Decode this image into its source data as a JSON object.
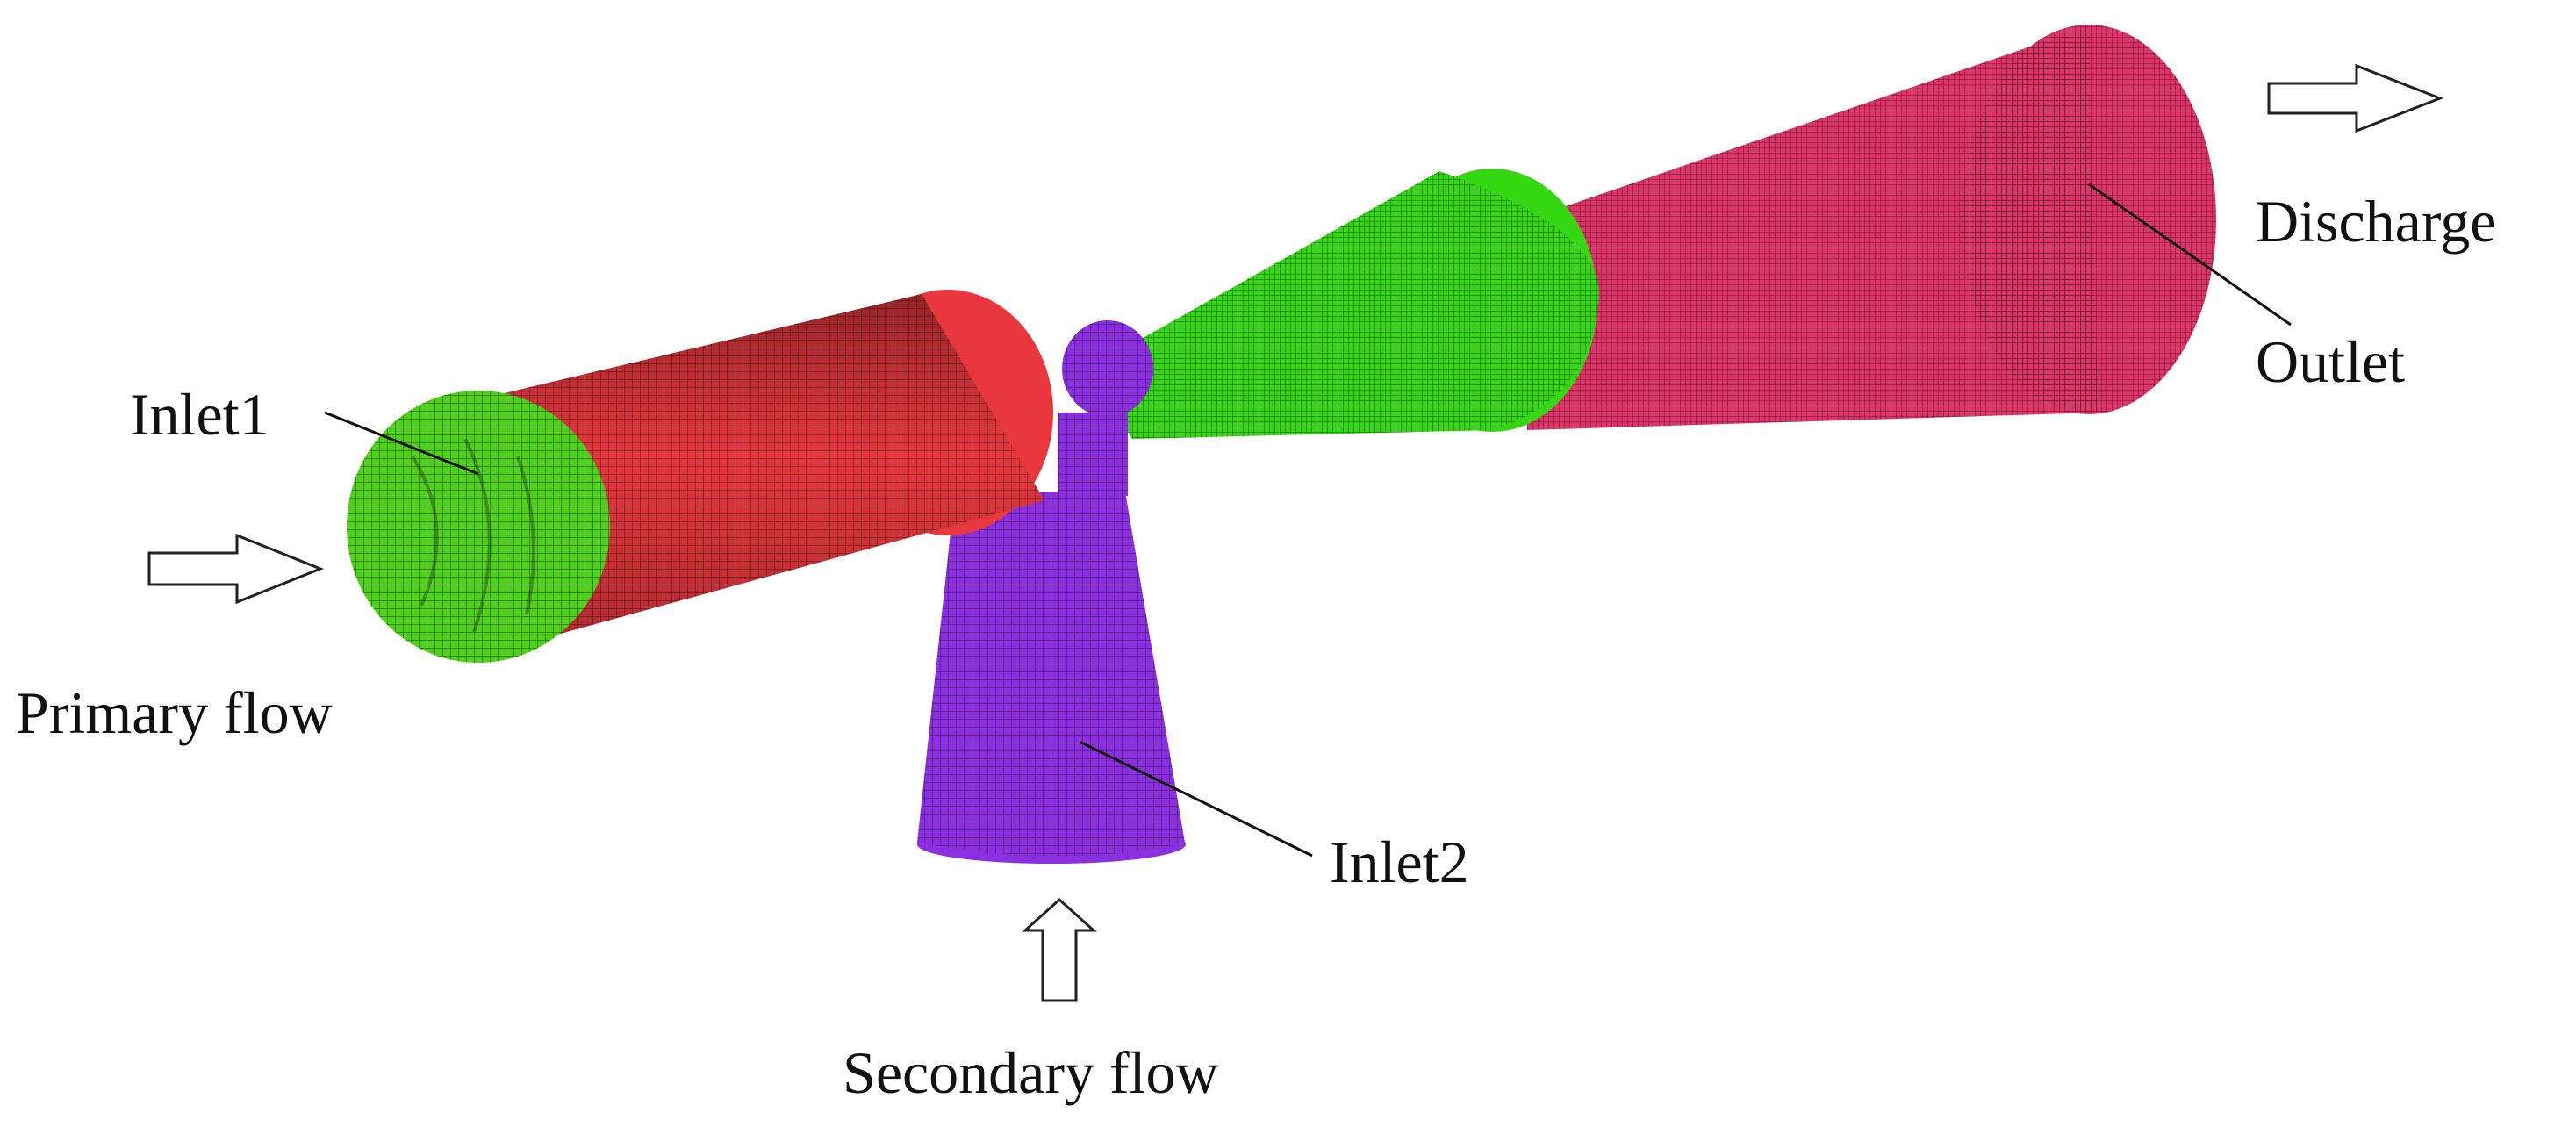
{
  "labels": {
    "inlet1": "Inlet1",
    "inlet2": "Inlet2",
    "outlet": "Outlet",
    "discharge": "Discharge",
    "primary_flow": "Primary flow",
    "secondary_flow": "Secondary flow"
  },
  "colors": {
    "primary_tube": "#e8373d",
    "inlet_face": "#4fd11c",
    "mixing_chamber": "#35d612",
    "diffuser_tube": "#e23369",
    "suction_tube": "#8b2fe0",
    "mesh_lines": "#1a1a1a",
    "arrow_stroke": "#222222"
  },
  "icons": {
    "flow_arrow": "hollow-arrow-icon"
  }
}
